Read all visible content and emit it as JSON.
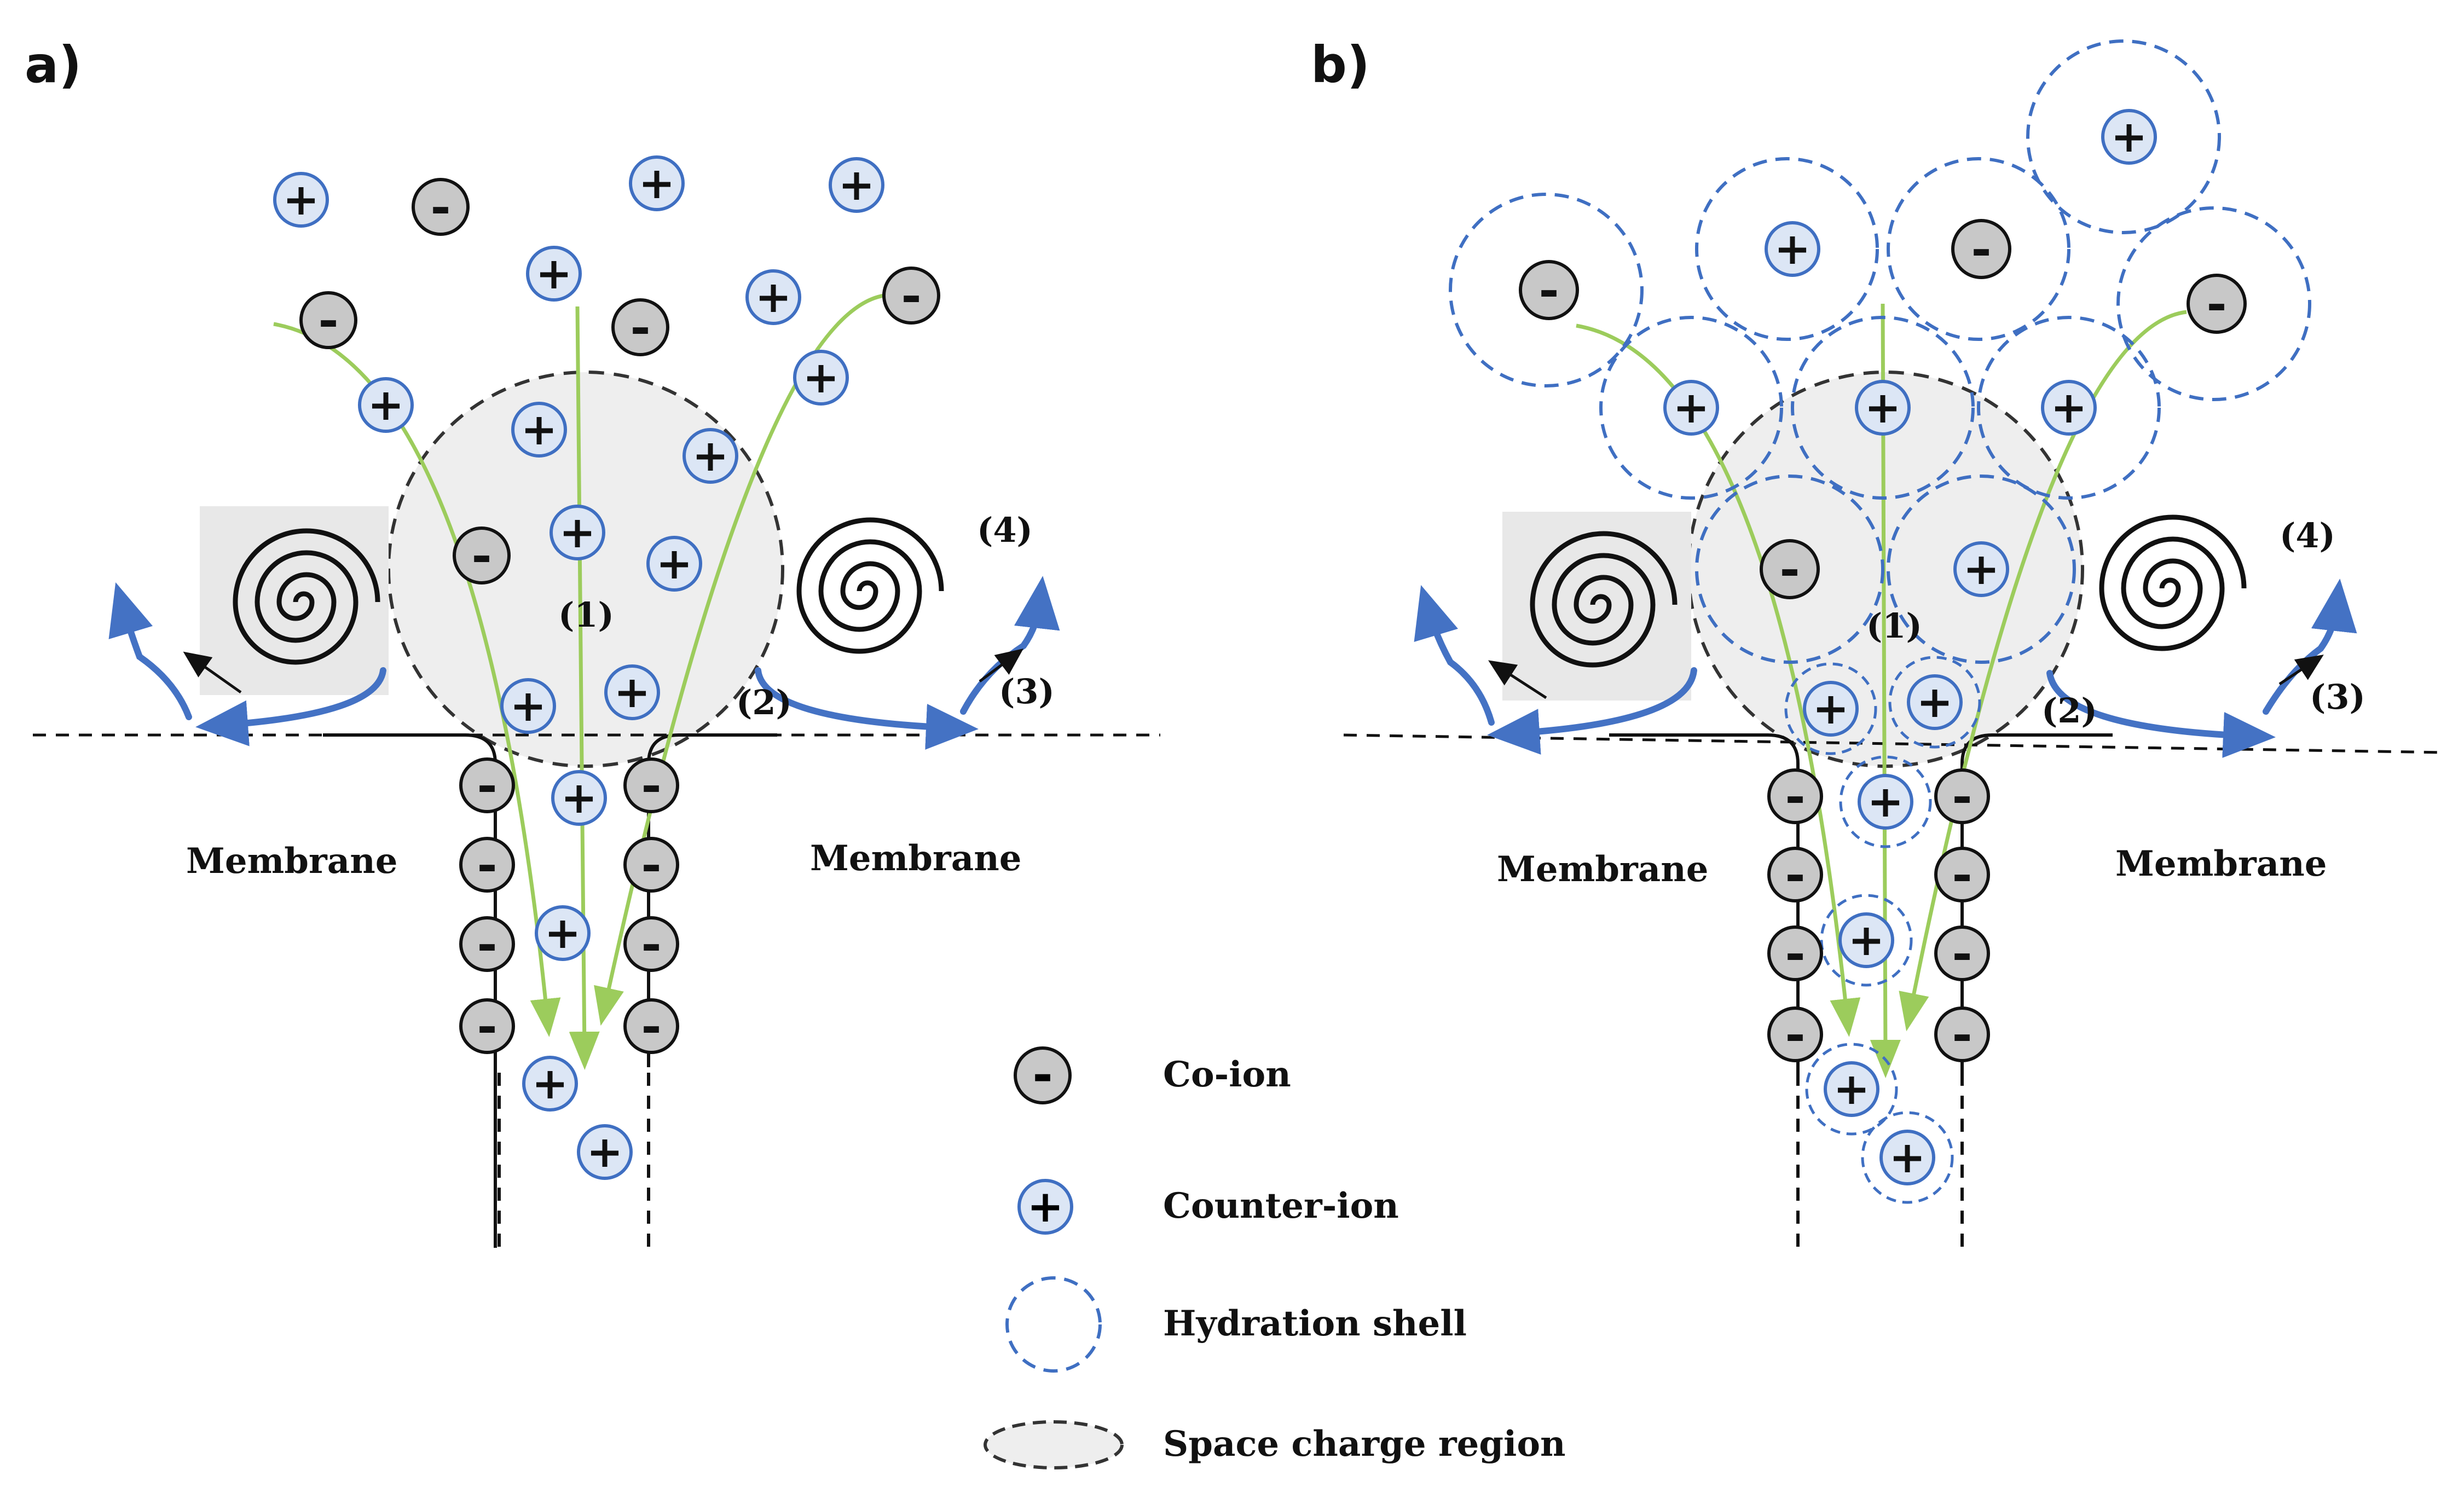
{
  "panels": {
    "a": "a)",
    "b": "b)"
  },
  "membrane_label": "Membrane",
  "steps": {
    "s1": "(1)",
    "s2": "(2)",
    "s3": "(3)",
    "s4": "(4)"
  },
  "legend": {
    "co_ion": "Co-ion",
    "counter_ion": "Counter-ion",
    "hydration_shell": "Hydration shell",
    "space_charge_region": "Space charge region"
  },
  "symbols": {
    "minus": "-",
    "plus": "+"
  },
  "colors": {
    "counter_ion_fill": "#dce6f5",
    "counter_ion_stroke": "#3f6fc2",
    "co_ion_fill": "#c8c8c8",
    "co_ion_stroke": "#111111",
    "flow_line": "#9ccc5c",
    "vortex_arrow": "#4472c4",
    "space_charge_fill": "#eeeeee"
  }
}
